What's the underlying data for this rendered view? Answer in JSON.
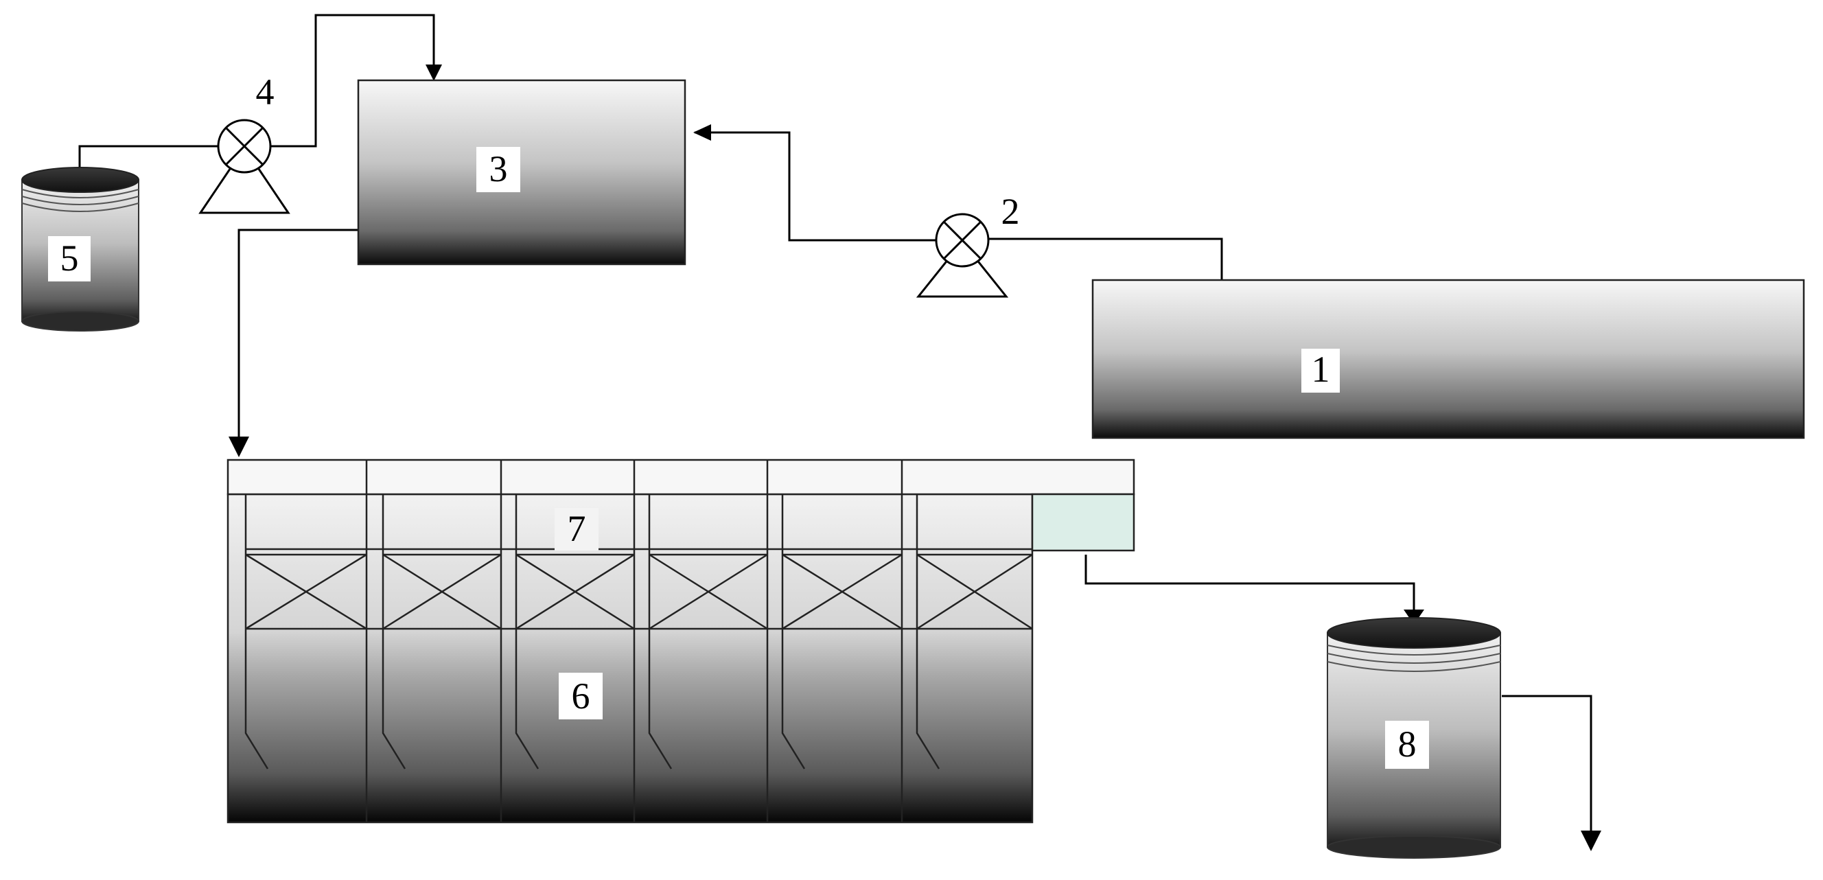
{
  "diagram": {
    "labels": {
      "tank_1": "1",
      "pump_2": "2",
      "mix_tank_3": "3",
      "pump_4": "4",
      "dosing_tank_5": "5",
      "reactor_6": "6",
      "settling_zone_7": "7",
      "effluent_tank_8": "8"
    }
  }
}
